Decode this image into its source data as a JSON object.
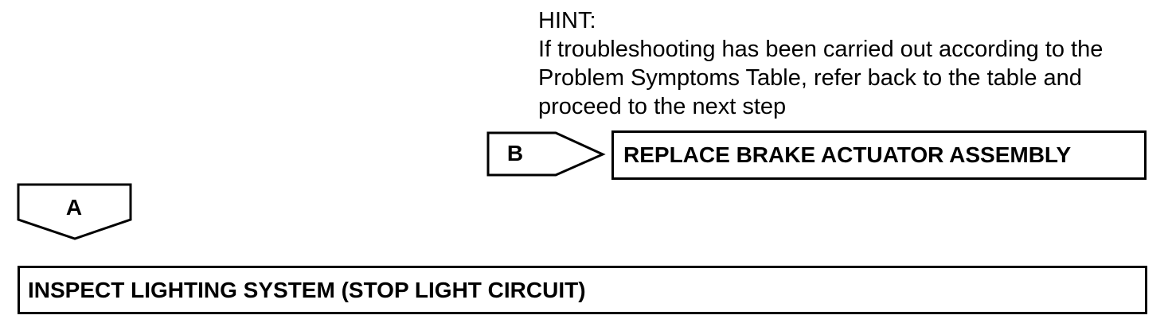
{
  "hint": {
    "title": "HINT:",
    "lines": [
      "If troubleshooting has been carried out according to the",
      "Problem Symptoms Table, refer back to the table and",
      "proceed to the next step"
    ]
  },
  "branch_b": {
    "tag": "B",
    "result": "REPLACE BRAKE ACTUATOR ASSEMBLY"
  },
  "branch_a": {
    "tag": "A"
  },
  "next_step": {
    "label": "INSPECT LIGHTING SYSTEM (STOP LIGHT CIRCUIT)"
  }
}
